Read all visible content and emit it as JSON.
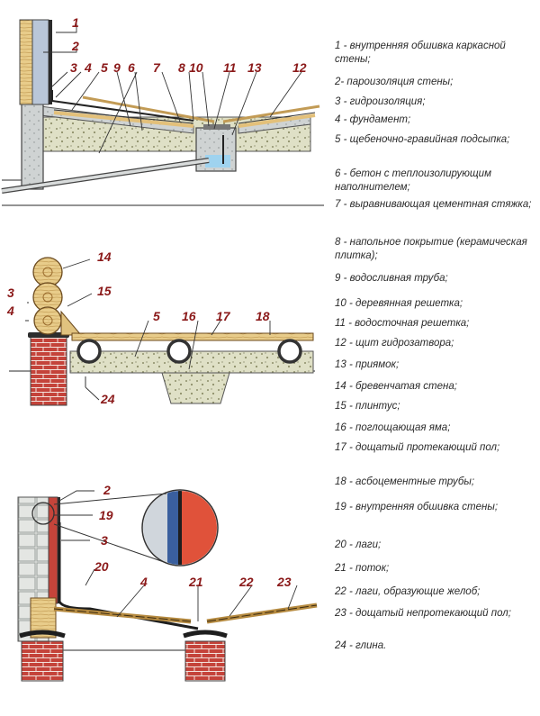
{
  "callouts": [
    "1",
    "2",
    "3",
    "4",
    "5",
    "6",
    "7",
    "8",
    "9",
    "10",
    "11",
    "12",
    "13",
    "14",
    "15",
    "16",
    "17",
    "18",
    "19",
    "20",
    "21",
    "22",
    "23",
    "24"
  ],
  "legend": [
    "1 - внутренняя обшивка каркасной стены;",
    "2- пароизоляция стены;",
    "3 - гидроизоляция;",
    "4 - фундамент;",
    "5 - щебеночно-гравийная подсыпка;",
    "6 - бетон с теплоизолирующим наполнителем;",
    "7 - выравнивающая цементная стяжка;",
    "8 - напольное покрытие (керамическая плитка);",
    "9 - водосливная труба;",
    "10 - деревянная решетка;",
    "11 - водосточная решетка;",
    "12 - щит гидрозатвора;",
    "13 - приямок;",
    "14 - бревенчатая стена;",
    "15 - плинтус;",
    "16 - поглощающая яма;",
    "17 - дощатый протекающий пол;",
    "18 - асбоцементные трубы;",
    "19 - внутренняя обшивка стены;",
    "20 - лаги;",
    "21 - поток;",
    "22 - лаги, образующие желоб;",
    "23 - дощатый непротекающий пол;",
    "24 - глина."
  ],
  "colors": {
    "label": "#8b1a1a",
    "text": "#2a2a2a",
    "brick": "#c4433a",
    "gravel": "#dfe0c6",
    "concrete": "#cfd3d3",
    "wood": "#e8cc8a",
    "water": "#9fd3ef",
    "insulation": "#3a5f9e"
  }
}
